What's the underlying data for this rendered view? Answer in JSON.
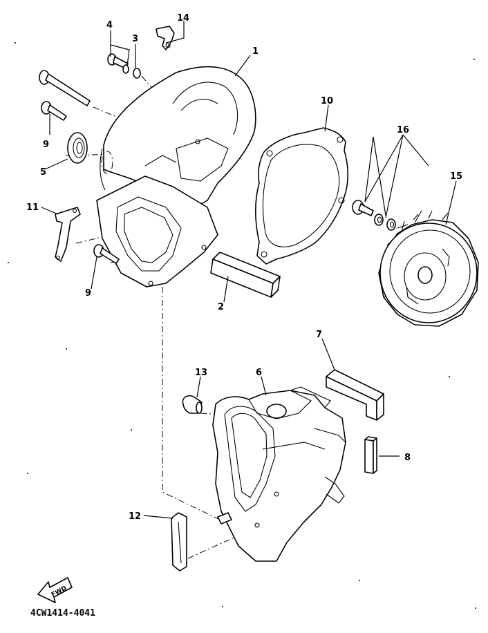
{
  "callouts": {
    "p1": "1",
    "p2": "2",
    "p3": "3",
    "p4": "4",
    "p5": "5",
    "p6": "6",
    "p7": "7",
    "p8": "8",
    "p9a": "9",
    "p9b": "9",
    "p10": "10",
    "p11": "11",
    "p12": "12",
    "p13": "13",
    "p14": "14",
    "p15": "15",
    "p16": "16"
  },
  "fwd_label": "FWD",
  "drawing_code": "4CW1414-4041"
}
